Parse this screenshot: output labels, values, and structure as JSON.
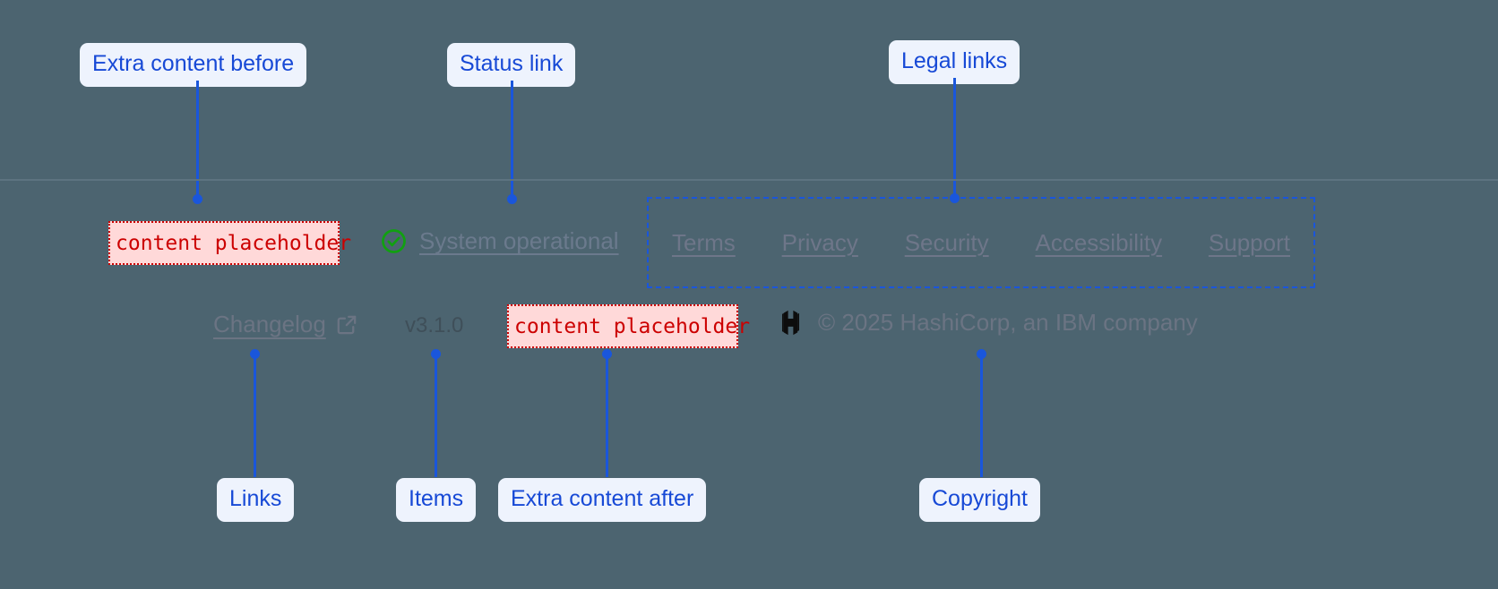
{
  "page": {
    "background_color": "#4c6470",
    "divider_color": "#5d7380"
  },
  "annotations": {
    "accent_color": "#1a56db",
    "pill_bg": "#eef3fd",
    "pill_text_color": "#1749d6",
    "top": [
      {
        "label": "Extra content before"
      },
      {
        "label": "Status link"
      },
      {
        "label": "Legal links"
      }
    ],
    "bottom": [
      {
        "label": "Links"
      },
      {
        "label": "Items"
      },
      {
        "label": "Extra content after"
      },
      {
        "label": "Copyright"
      }
    ]
  },
  "footer": {
    "extra_content_before": {
      "text": "content placeholder",
      "border_color": "#cc0000",
      "bg_color": "#ffd9d9"
    },
    "status": {
      "icon": "circle-check-icon",
      "icon_color": "#11a011",
      "label": "System operational"
    },
    "legal_links": [
      {
        "label": "Terms"
      },
      {
        "label": "Privacy"
      },
      {
        "label": "Security"
      },
      {
        "label": "Accessibility"
      },
      {
        "label": "Support"
      }
    ],
    "changelog": {
      "label": "Changelog",
      "icon": "external-link-icon"
    },
    "version": "v3.1.0",
    "extra_content_after": {
      "text": "content placeholder",
      "border_color": "#cc0000",
      "bg_color": "#ffd9d9"
    },
    "copyright": {
      "logo": "hashicorp-logo",
      "text": "© 2025 HashiCorp, an IBM company"
    }
  }
}
